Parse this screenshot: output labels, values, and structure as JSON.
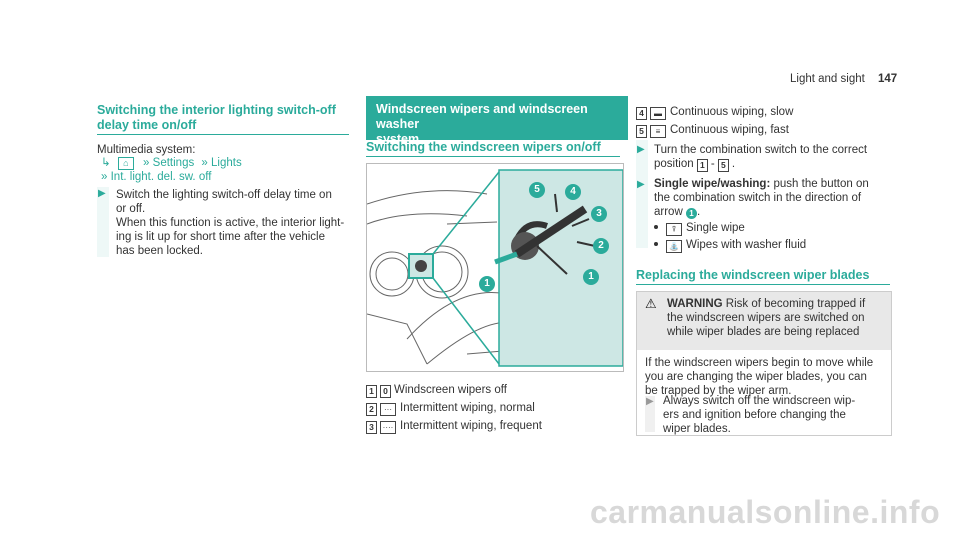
{
  "header": {
    "section": "Light and sight",
    "page_number": "147"
  },
  "col1": {
    "heading_line1": "Switching the interior lighting switch-off",
    "heading_line2": "delay time on/off",
    "multimedia": "Multimedia system:",
    "path1_settings": "Settings",
    "path1_lights": "Lights",
    "path2": "Int. light. del. sw. off",
    "step_lines": [
      "Switch the lighting switch-off delay time on",
      "or off.",
      "When this function is active, the interior light-",
      "ing is lit up for short time after the vehicle",
      "has been locked."
    ]
  },
  "col2": {
    "section_header_line1": "Windscreen wipers and windscreen washer",
    "section_header_line2": "system",
    "subheading": "Switching the windscreen wipers on/off",
    "callouts": [
      "1",
      "2",
      "3",
      "4",
      "5"
    ],
    "positions": [
      {
        "key": "1",
        "symbol": "0",
        "text": "Windscreen wipers off"
      },
      {
        "key": "2",
        "symbol": "···",
        "text": "Intermittent wiping, normal"
      },
      {
        "key": "3",
        "symbol": "····",
        "text": "Intermittent wiping, frequent"
      }
    ]
  },
  "col3": {
    "positions": [
      {
        "key": "4",
        "symbol": "▬",
        "text": "Continuous wiping, slow"
      },
      {
        "key": "5",
        "symbol": "≡",
        "text": "Continuous wiping, fast"
      }
    ],
    "step1_line1": "Turn the combination switch to the correct",
    "step1_line2a": "position",
    "step1_range_start": "1",
    "step1_range_sep": "-",
    "step1_range_end": "5",
    "step1_range_end_punct": ".",
    "step2_bold": "Single wipe/washing:",
    "step2_rest": " push the button on",
    "step2_line2": "the combination switch in the direction of",
    "step2_line3": "arrow",
    "step2_arrow_num": "1",
    "step2_end": ".",
    "sub_bullets": [
      "Single wipe",
      "Wipes with washer fluid"
    ],
    "replace_heading": "Replacing the windscreen wiper blades",
    "warning_title": "WARNING",
    "warning_lines": [
      "Risk of becoming trapped if",
      "the windscreen wipers are switched on",
      "while wiper blades are being replaced"
    ],
    "warning_body": [
      "If the windscreen wipers begin to move while",
      "you are changing the wiper blades, you can",
      "be trapped by the wiper arm."
    ],
    "warning_step": [
      "Always switch off the windscreen wip-",
      "ers and ignition before changing the",
      "wiper blades."
    ]
  },
  "watermark": "carmanualsonline.info"
}
